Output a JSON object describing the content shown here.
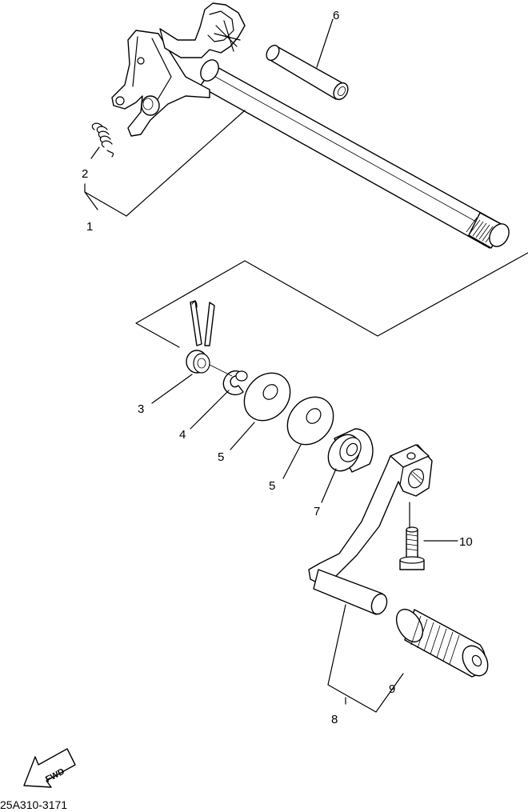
{
  "callouts": [
    {
      "id": "1",
      "text": "1"
    },
    {
      "id": "2",
      "text": "2"
    },
    {
      "id": "3",
      "text": "3"
    },
    {
      "id": "4",
      "text": "4"
    },
    {
      "id": "5a",
      "text": "5"
    },
    {
      "id": "5b",
      "text": "5"
    },
    {
      "id": "6",
      "text": "6"
    },
    {
      "id": "7",
      "text": "7"
    },
    {
      "id": "8",
      "text": "8"
    },
    {
      "id": "9",
      "text": "9"
    },
    {
      "id": "10",
      "text": "10"
    }
  ],
  "direction_arrow": {
    "label": "FWD"
  },
  "diagram_code": "25A310-3171"
}
